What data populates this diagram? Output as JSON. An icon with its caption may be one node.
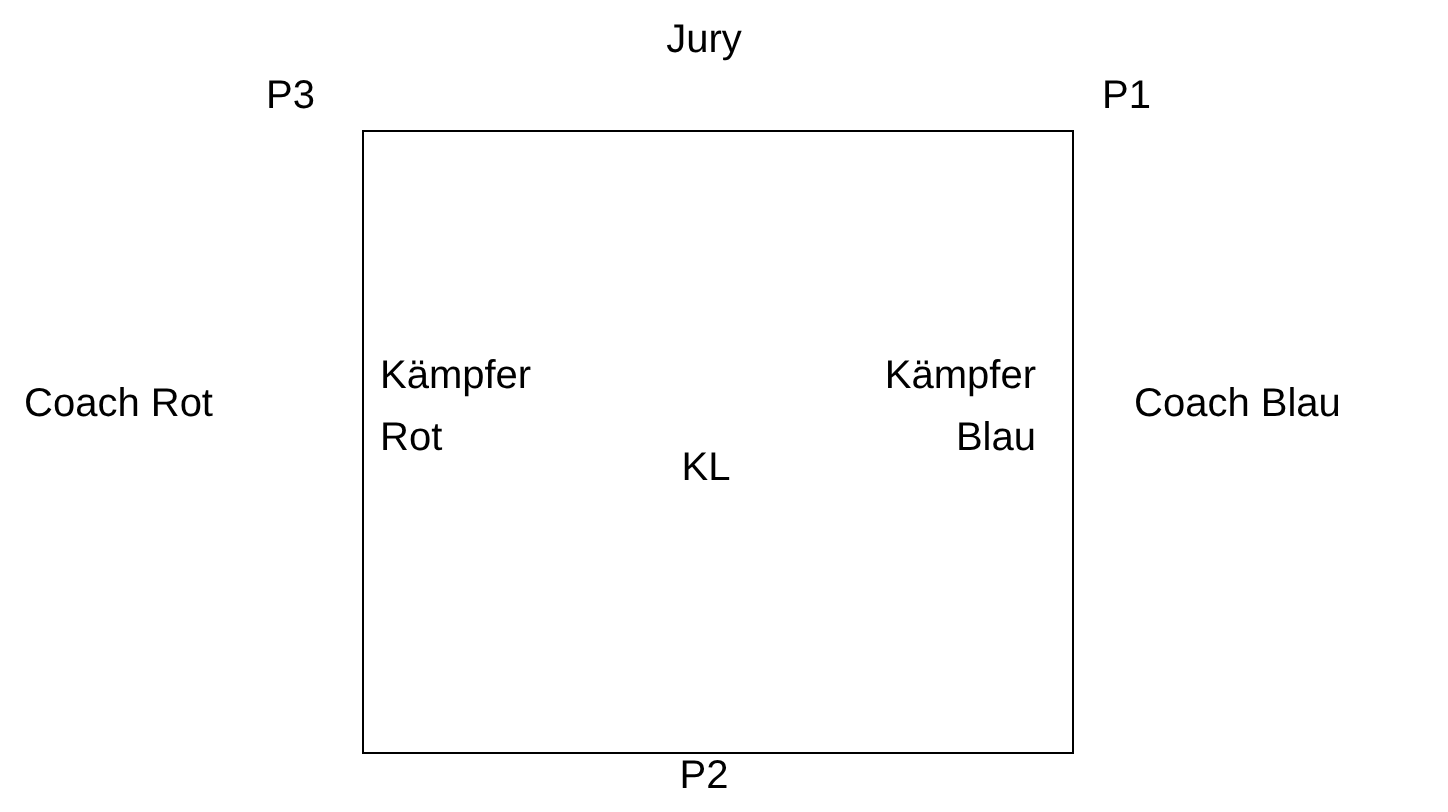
{
  "diagram": {
    "nodes": [
      {
        "text": [
          "Kämpfer Rot",
          "Kämpfer Blau",
          "KL"
        ]
      }
    ],
    "edges": [],
    "labels": [
      "Jury",
      "P3",
      "P1",
      "Coach Rot",
      "Coach Blau",
      "P2"
    ]
  }
}
